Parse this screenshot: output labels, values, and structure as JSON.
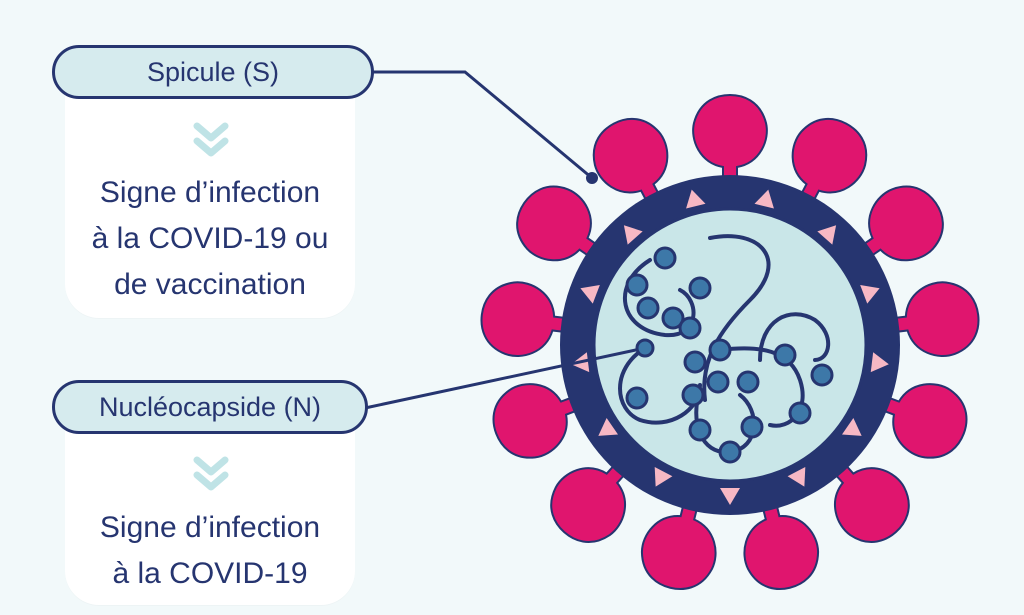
{
  "labels": [
    {
      "title": "Spicule (S)",
      "description": [
        "Signe d’infection",
        "à la COVID-19 ou",
        "de vaccination"
      ]
    },
    {
      "title": "Nucléocapside (N)",
      "description": [
        "Signe d’infection",
        "à la COVID-19"
      ]
    }
  ],
  "colors": {
    "navy": "#263570",
    "spike": "#e0156e",
    "core": "#c9e6e8",
    "beads": "#3d78a8",
    "triangles": "#f7b8c4",
    "chevron": "#bfe3e6"
  },
  "icons": [
    "double-chevron-down-icon",
    "double-chevron-down-icon"
  ]
}
